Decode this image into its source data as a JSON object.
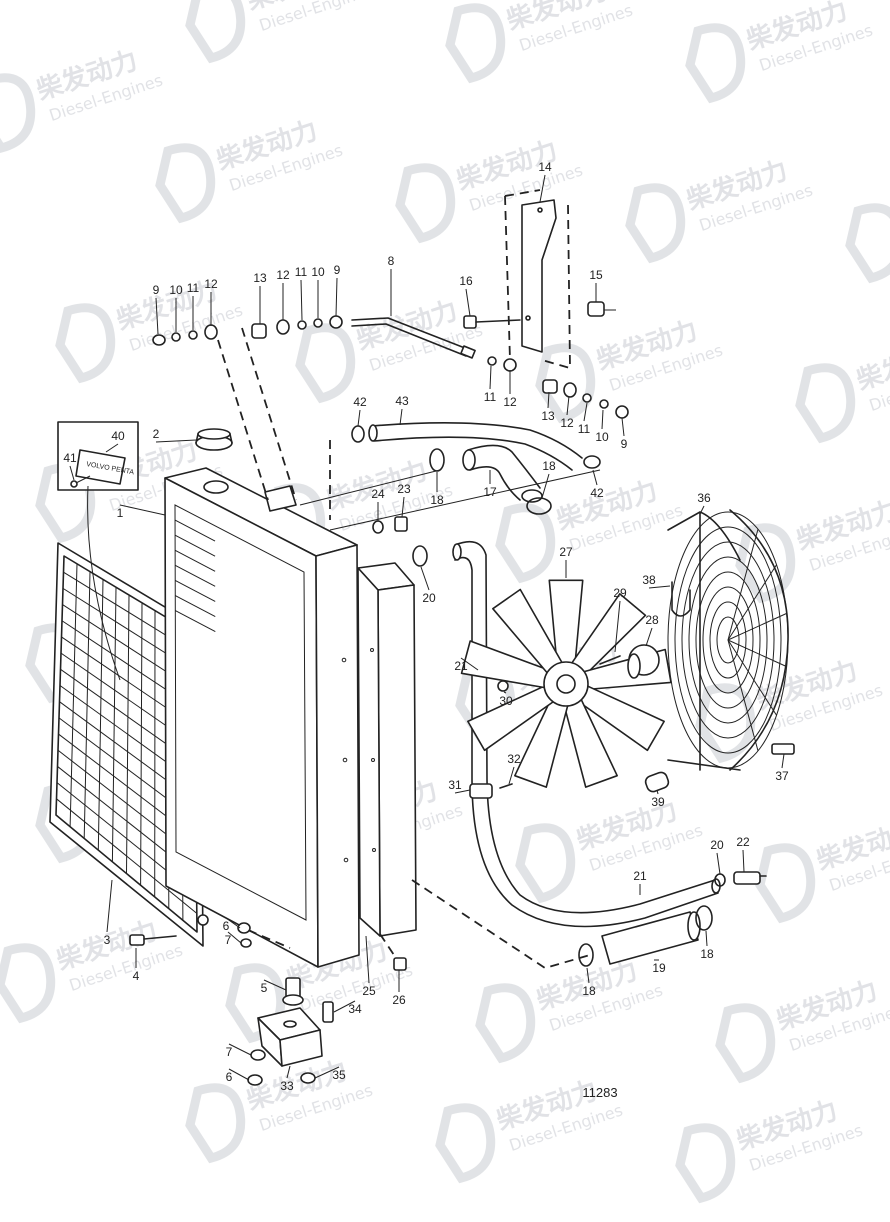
{
  "drawing_number": "11283",
  "nameplate_text": "VOLVO PENTA",
  "watermark": {
    "cn": "柴发动力",
    "en": "Diesel-Engines"
  },
  "callouts": [
    {
      "id": "c1",
      "text": "1"
    },
    {
      "id": "c2",
      "text": "2"
    },
    {
      "id": "c3",
      "text": "3"
    },
    {
      "id": "c4",
      "text": "4"
    },
    {
      "id": "c5",
      "text": "5"
    },
    {
      "id": "c6a",
      "text": "6"
    },
    {
      "id": "c6b",
      "text": "6"
    },
    {
      "id": "c7a",
      "text": "7"
    },
    {
      "id": "c7b",
      "text": "7"
    },
    {
      "id": "c8",
      "text": "8"
    },
    {
      "id": "c9a",
      "text": "9"
    },
    {
      "id": "c9b",
      "text": "9"
    },
    {
      "id": "c9c",
      "text": "9"
    },
    {
      "id": "c10a",
      "text": "10"
    },
    {
      "id": "c10b",
      "text": "10"
    },
    {
      "id": "c10c",
      "text": "10"
    },
    {
      "id": "c11a",
      "text": "11"
    },
    {
      "id": "c11b",
      "text": "11"
    },
    {
      "id": "c11c",
      "text": "11"
    },
    {
      "id": "c11d",
      "text": "11"
    },
    {
      "id": "c12a",
      "text": "12"
    },
    {
      "id": "c12b",
      "text": "12"
    },
    {
      "id": "c12c",
      "text": "12"
    },
    {
      "id": "c12d",
      "text": "12"
    },
    {
      "id": "c13a",
      "text": "13"
    },
    {
      "id": "c13b",
      "text": "13"
    },
    {
      "id": "c14",
      "text": "14"
    },
    {
      "id": "c15",
      "text": "15"
    },
    {
      "id": "c16",
      "text": "16"
    },
    {
      "id": "c17",
      "text": "17"
    },
    {
      "id": "c18a",
      "text": "18"
    },
    {
      "id": "c18b",
      "text": "18"
    },
    {
      "id": "c18c",
      "text": "18"
    },
    {
      "id": "c18d",
      "text": "18"
    },
    {
      "id": "c19",
      "text": "19"
    },
    {
      "id": "c20a",
      "text": "20"
    },
    {
      "id": "c20b",
      "text": "20"
    },
    {
      "id": "c21a",
      "text": "21"
    },
    {
      "id": "c21b",
      "text": "21"
    },
    {
      "id": "c22",
      "text": "22"
    },
    {
      "id": "c23",
      "text": "23"
    },
    {
      "id": "c24",
      "text": "24"
    },
    {
      "id": "c25",
      "text": "25"
    },
    {
      "id": "c26",
      "text": "26"
    },
    {
      "id": "c27",
      "text": "27"
    },
    {
      "id": "c28",
      "text": "28"
    },
    {
      "id": "c29",
      "text": "29"
    },
    {
      "id": "c30",
      "text": "30"
    },
    {
      "id": "c31",
      "text": "31"
    },
    {
      "id": "c32",
      "text": "32"
    },
    {
      "id": "c33",
      "text": "33"
    },
    {
      "id": "c34",
      "text": "34"
    },
    {
      "id": "c35",
      "text": "35"
    },
    {
      "id": "c36",
      "text": "36"
    },
    {
      "id": "c37",
      "text": "37"
    },
    {
      "id": "c38",
      "text": "38"
    },
    {
      "id": "c39",
      "text": "39"
    },
    {
      "id": "c40",
      "text": "40"
    },
    {
      "id": "c41",
      "text": "41"
    },
    {
      "id": "c42a",
      "text": "42"
    },
    {
      "id": "c42b",
      "text": "42"
    },
    {
      "id": "c43",
      "text": "43"
    }
  ]
}
